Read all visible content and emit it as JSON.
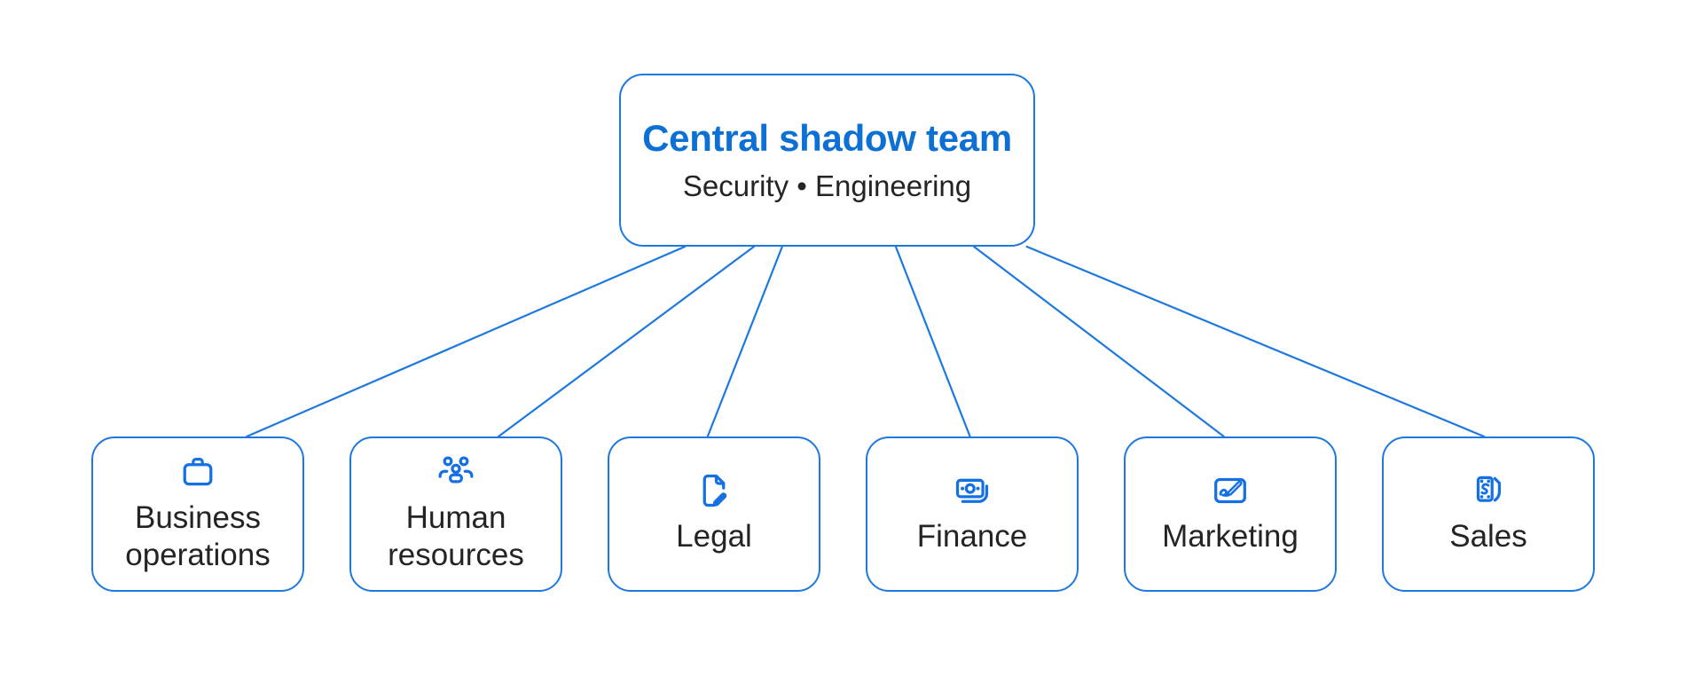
{
  "root": {
    "label": "Central shadow team",
    "sublabel": "Security • Engineering"
  },
  "departments": [
    {
      "label": "Business operations",
      "icon": "briefcase-icon"
    },
    {
      "label": "Human resources",
      "icon": "people-team-icon"
    },
    {
      "label": "Legal",
      "icon": "document-edit-icon"
    },
    {
      "label": "Finance",
      "icon": "money-icon"
    },
    {
      "label": "Marketing",
      "icon": "whiteboard-pen-icon"
    },
    {
      "label": "Sales",
      "icon": "money-hand-icon"
    }
  ],
  "colors": {
    "accent": "#1d79e0",
    "title_blue": "#0c70d4",
    "text": "#242424",
    "background": "#ffffff"
  }
}
